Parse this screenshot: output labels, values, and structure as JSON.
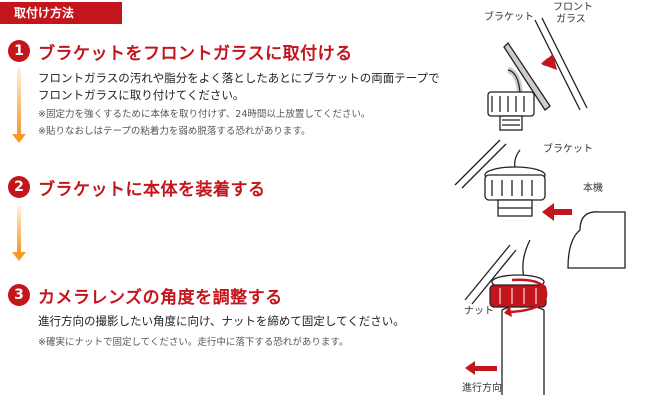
{
  "header": {
    "tag": "取付け方法"
  },
  "steps": [
    {
      "num": "1",
      "title": "ブラケットをフロントガラスに取付ける",
      "body": [
        "フロントガラスの汚れや脂分をよく落としたあとにブラケットの両面テープで",
        "フロントガラスに取り付けてください。"
      ],
      "notes": [
        "※固定力を強くするために本体を取り付けず、24時間以上放置してください。",
        "※貼りなおしはテープの粘着力を弱め脱落する恐れがあります。"
      ]
    },
    {
      "num": "2",
      "title": "ブラケットに本体を装着する"
    },
    {
      "num": "3",
      "title": "カメラレンズの角度を調整する",
      "body": [
        "進行方向の撮影したい角度に向け、ナットを締めて固定してください。"
      ],
      "notes": [
        "※確実にナットで固定してください。走行中に落下する恐れがあります。"
      ]
    }
  ],
  "illustration": {
    "label_bracket_1": "ブラケット",
    "label_front_glass_1": "フロント",
    "label_front_glass_2": "ガラス",
    "label_bracket_2": "ブラケット",
    "label_body": "本機",
    "label_nut": "ナット",
    "label_direction": "進行方向"
  },
  "colors": {
    "accent": "#c4151c",
    "flow_arrow": "#f59a2b"
  }
}
